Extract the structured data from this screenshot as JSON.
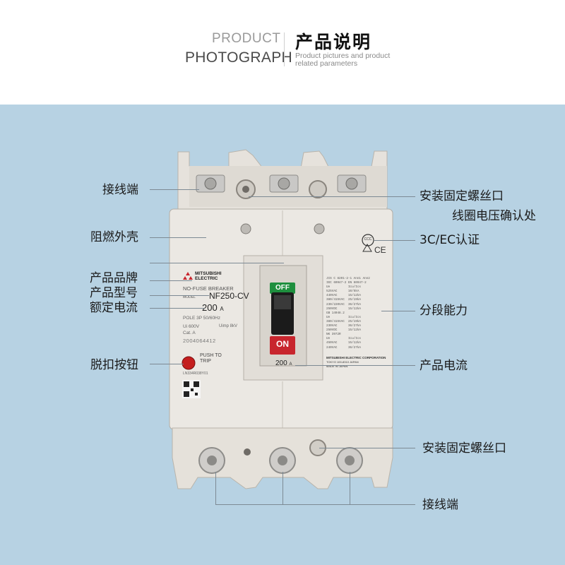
{
  "header": {
    "en_line1": "PRODUCT",
    "en_line2": "PHOTOGRAPH",
    "cn_title": "产品说明",
    "sub_line1": "Product pictures and product",
    "sub_line2": "related parameters"
  },
  "colors": {
    "panel_background": "#b7d2e3",
    "breaker_body": "#e9e6e1",
    "off_button": "#1e8f3e",
    "on_button": "#c8262e",
    "trip_button": "#c41e1e"
  },
  "labels": {
    "terminal_top": "接线端",
    "mount_screw_top": "安装固定螺丝口",
    "coil_voltage": "线圈电压确认处",
    "flame_shell": "阻燃外壳",
    "certification": "3C/EC认证",
    "brand": "产品品牌",
    "model": "产品型号",
    "rated_current": "额定电流",
    "breaking_capacity": "分段能力",
    "trip_button": "脱扣按钮",
    "product_current": "产品电流",
    "mount_screw_bottom": "安装固定螺丝口",
    "terminal_bottom": "接线端"
  },
  "breaker": {
    "brand_line1": "MITSUBISHI",
    "brand_line2": "ELECTRIC",
    "type_text": "NO-FUSE BREAKER",
    "model_prefix": "MODEL",
    "model": "NF250-CV",
    "current_value": "200",
    "current_unit": "A",
    "pole_text": "POLE 3P 50/60Hz",
    "ui_text": "Ui 600V",
    "uimp_text": "Uimp 8kV",
    "cat_text": "Cat. A",
    "serial": "2004064412",
    "push_to_trip_1": "PUSH TO",
    "push_to_trip_2": "TRIP",
    "lot_code": "LN334R038Y01",
    "off_text": "OFF",
    "on_text": "ON",
    "handle_rating": "200",
    "handle_rating_unit": "A",
    "spec_rows": [
      "JIS C 8201-2-1 Ann1 Ann2",
      "IEC 60947-2 EN 60947-2",
      "Ue          Icu/Ics",
      "525VAC      10/5kA",
      "440VAC      15/12kA",
      "380/415VAC  25/19kA",
      "230/220VAC  36/27kA",
      "250VDC      15/12kA",
      "GB 14048.2",
      "Ue          Icu/Ics",
      "380/415VAC  25/19kA",
      "230VAC      36/27kA",
      "250VDC      15/12kA",
      "NK 3972R",
      "Ue          Icu/Ics",
      "450VAC      15/12kA",
      "240VAC      36/27kA"
    ],
    "maker": "MITSUBISHI ELECTRIC CORPORATION",
    "maker_addr": "TOKYO 100-8310 JAPAN",
    "made_in": "MADE IN JAPAN",
    "ccc_mark": "CCC",
    "ce_mark": "CE"
  }
}
